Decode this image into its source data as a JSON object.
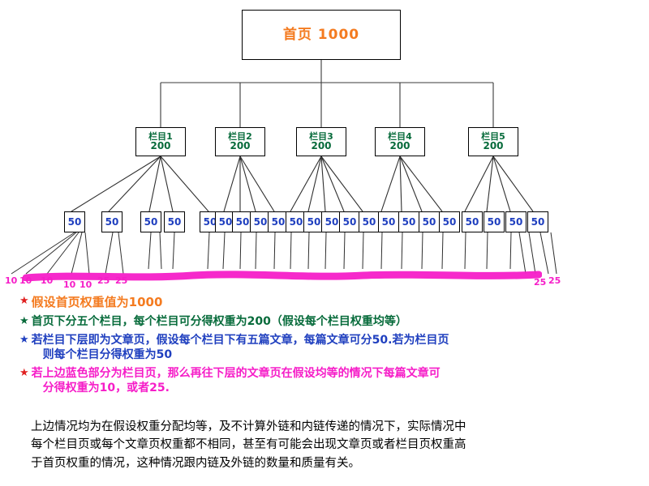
{
  "diagram": {
    "root": {
      "label": "首页 1000",
      "color": "#F47B20"
    },
    "categories": [
      {
        "name": "栏目1",
        "weight": "200"
      },
      {
        "name": "栏目2",
        "weight": "200"
      },
      {
        "name": "栏目3",
        "weight": "200"
      },
      {
        "name": "栏目4",
        "weight": "200"
      },
      {
        "name": "栏目5",
        "weight": "200"
      }
    ],
    "category_color": "#076B3B",
    "leaves": [
      {
        "value": "50"
      },
      {
        "value": "50"
      },
      {
        "value": "50"
      },
      {
        "value": "50"
      },
      {
        "value": "50"
      },
      {
        "value": "50"
      },
      {
        "value": "50"
      },
      {
        "value": "50"
      },
      {
        "value": "50"
      },
      {
        "value": "50"
      },
      {
        "value": "50"
      },
      {
        "value": "50"
      },
      {
        "value": "50"
      },
      {
        "value": "50"
      },
      {
        "value": "50"
      },
      {
        "value": "50"
      },
      {
        "value": "50"
      },
      {
        "value": "50"
      },
      {
        "value": "50"
      },
      {
        "value": "50"
      }
    ],
    "leaf_color": "#1F3FBF",
    "weight_labels_left": [
      "10",
      "10",
      "10",
      "10",
      "10",
      "25",
      "25"
    ],
    "weight_labels_right": [
      "25",
      "25"
    ],
    "weight_label_color": "#F61DC8",
    "highlight_color": "#F61DC8"
  },
  "bullets": [
    {
      "star": "★",
      "line1": "假设首页权重值为1000",
      "line2": ""
    },
    {
      "star": "★",
      "line1": "首页下分五个栏目，每个栏目可分得权重为200（假设每个栏目权重均等）",
      "line2": ""
    },
    {
      "star": "★",
      "line1": "若栏目下层即为文章页，假设每个栏目下有五篇文章，每篇文章可分50.若为栏目页",
      "line2": "则每个栏目分得权重为50"
    },
    {
      "star": "★",
      "line1": "若上边蓝色部分为栏目页，那么再往下层的文章页在假设均等的情况下每篇文章可",
      "line2": "分得权重为10，或者25."
    }
  ],
  "footer_paragraph": {
    "line1": "上边情况均为在假设权重分配均等，及不计算外链和内链传递的情况下，实际情况中",
    "line2": "每个栏目页或每个文章页权重都不相同，甚至有可能会出现文章页或者栏目页权重高",
    "line3": "于首页权重的情况，这种情况跟内链及外链的数量和质量有关。"
  }
}
